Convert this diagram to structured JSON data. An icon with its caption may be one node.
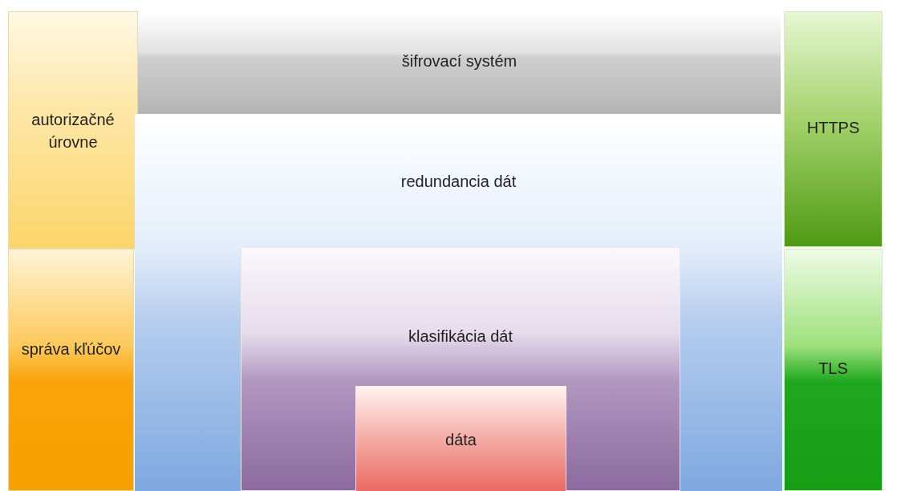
{
  "diagram": {
    "nodes": [
      {
        "text": [
          "autorizačné úrovne"
        ]
      },
      {
        "text": [
          "šifrovací systém"
        ]
      },
      {
        "text": [
          "HTTPS"
        ]
      },
      {
        "text": [
          "redundancia dát"
        ]
      },
      {
        "text": [
          "správa kľúčov"
        ]
      },
      {
        "text": [
          "klasifikácia dát"
        ],
        "in": 3
      },
      {
        "text": [
          "dáta"
        ],
        "in": 5
      },
      {
        "text": [
          "TLS"
        ]
      }
    ]
  }
}
